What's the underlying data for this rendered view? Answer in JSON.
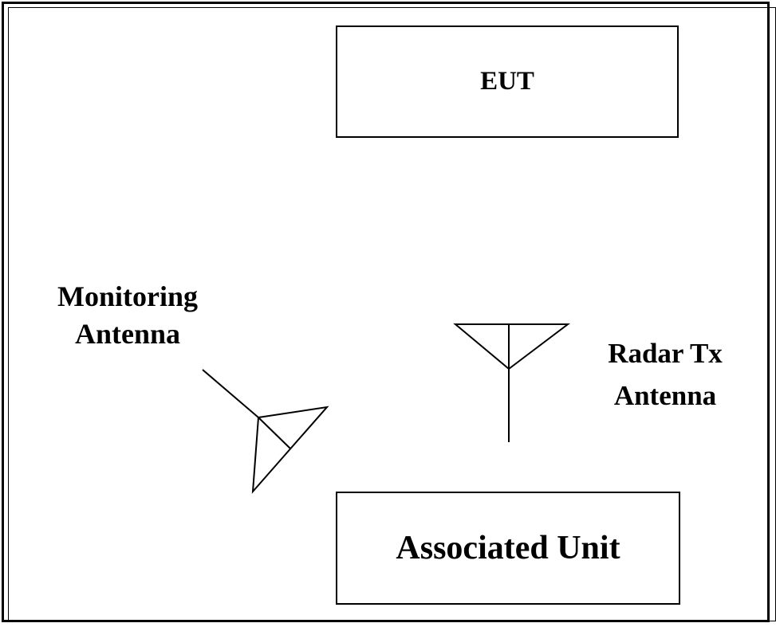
{
  "diagram": {
    "nodes": {
      "eut": {
        "label": "EUT"
      },
      "associated_unit": {
        "label": "Associated Unit"
      }
    },
    "antennas": {
      "monitoring": {
        "label_lines": [
          "Monitoring",
          "Antenna"
        ]
      },
      "radar_tx": {
        "label_lines": [
          "Radar Tx",
          "Antenna"
        ]
      }
    }
  }
}
